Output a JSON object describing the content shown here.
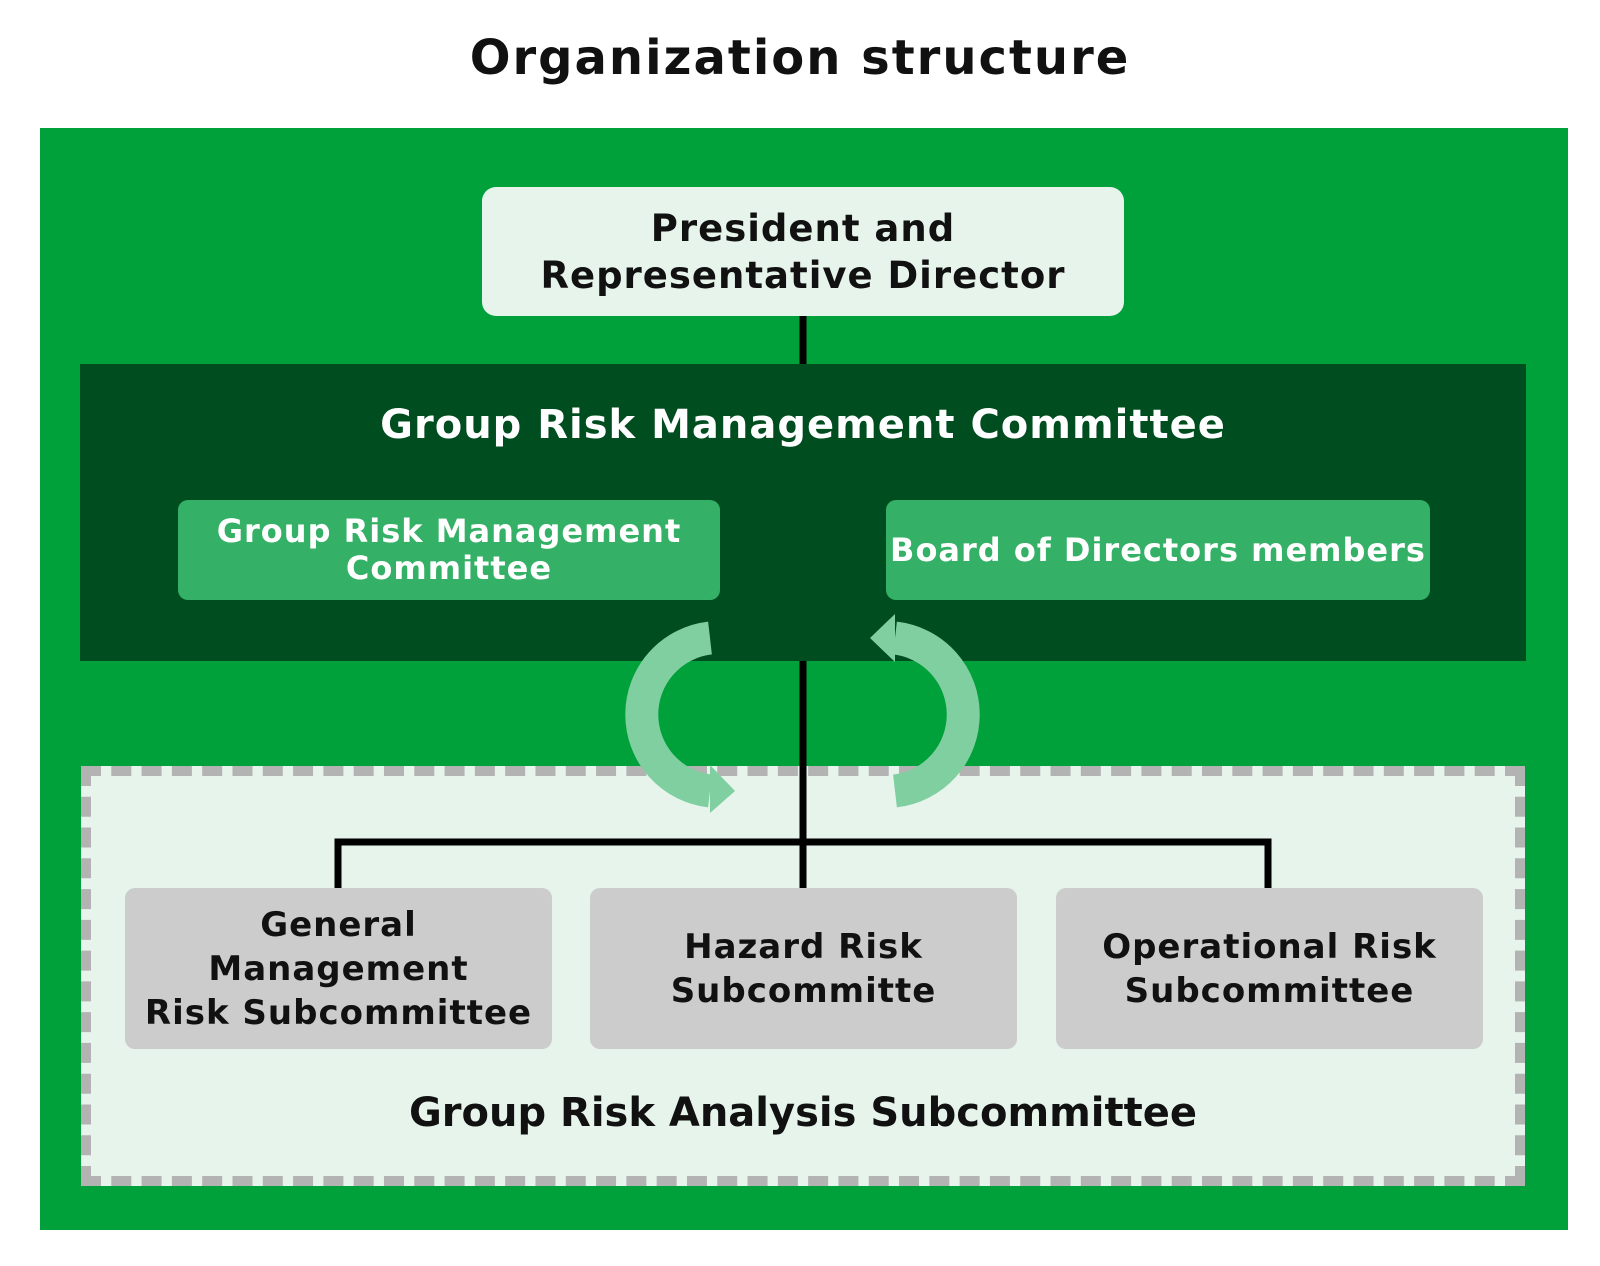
{
  "title": "Organization structure",
  "president": "President and\nRepresentative Director",
  "committee": {
    "title": "Group Risk Management Committee",
    "left_box": "Group Risk Management\nCommittee",
    "right_box": "Board of Directors members"
  },
  "subcommittees": [
    "General Management\nRisk Subcommittee",
    "Hazard Risk\nSubcommitte",
    "Operational Risk\nSubcommittee"
  ],
  "analysis": {
    "title": "Group Risk Analysis Subcommittee"
  },
  "colors": {
    "outer_green": "#00a03a",
    "dark_green": "#004d20",
    "medium_green": "#34b166",
    "light_green": "#e6f4ec",
    "arrow_green": "#80cfa0",
    "gray_box": "#cccccc",
    "dashed_border": "#b3b3b3"
  }
}
